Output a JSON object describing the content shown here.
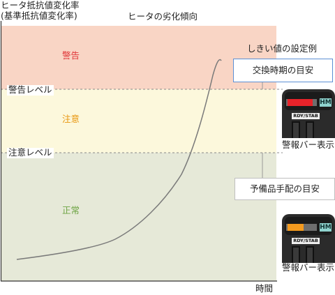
{
  "y_axis_label_line1": "ヒータ抵抗値変化率",
  "y_axis_label_line2": "(基準抵抗値変化率)",
  "title": "ヒータの劣化傾向",
  "x_axis_label": "時間",
  "zones": {
    "warning": {
      "label": "警告",
      "color": "#f9d5c5",
      "text_color": "#e0383a"
    },
    "caution": {
      "label": "注意",
      "color": "#fcf8dc",
      "text_color": "#e8960e"
    },
    "normal": {
      "label": "正常",
      "color": "#e6e9d8",
      "text_color": "#6da443"
    }
  },
  "levels": {
    "warning_level": "警告レベル",
    "caution_level": "注意レベル"
  },
  "threshold_heading": "しきい値の設定例",
  "replace_box": "交換時期の目安",
  "spare_box": "予備品手配の目安",
  "alarm_top": {
    "bar_color": "#e8232a",
    "hm": "HM",
    "rdy": "RDY/STAB",
    "caption": "警報バー表示",
    "fill_fraction": 0.85
  },
  "alarm_bottom": {
    "bar_color": "#f39a1f",
    "hm": "HM",
    "rdy": "RDY/STAB",
    "caption": "警報バー表示",
    "fill_fraction": 0.55
  },
  "colors": {
    "axis": "#333333",
    "curve": "#7a7a7a",
    "dash": "#888888",
    "box_border_blue": "#5b8fd4",
    "box_border_gray": "#bfbfbf"
  }
}
